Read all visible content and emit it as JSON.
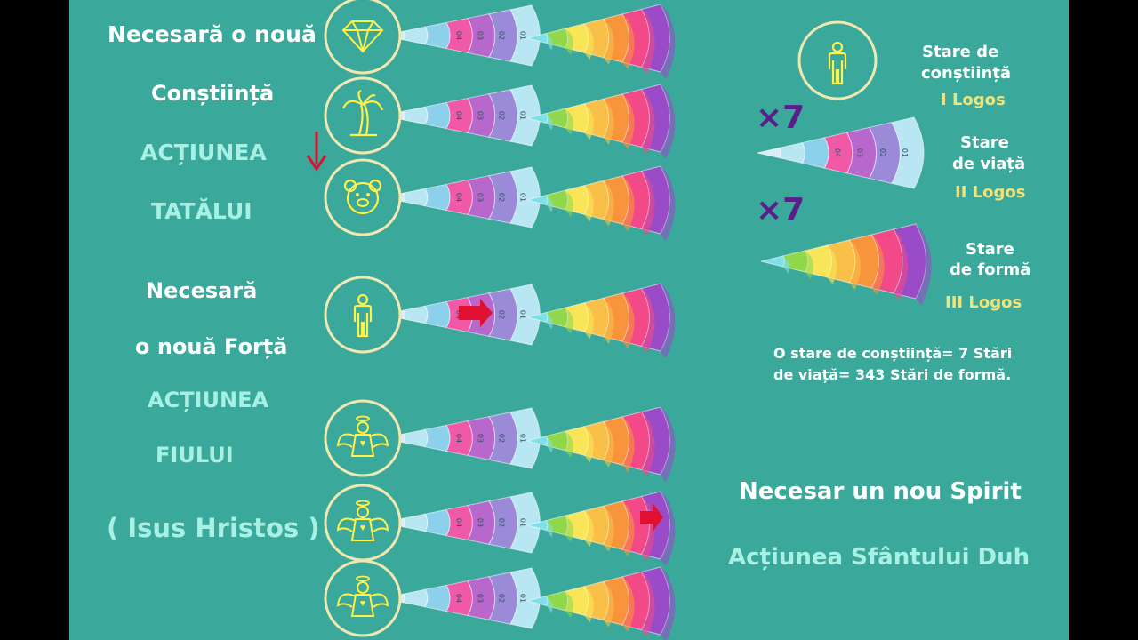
{
  "colors": {
    "background": "#3aa89a",
    "frame": "#000000",
    "white_text": "#ffffff",
    "cyan_text": "#a8f0e4",
    "yellow_text": "#f2e27a",
    "icon_circle_fill": "#f8e34a",
    "icon_circle_stroke": "#f0e8b0",
    "arrow_red": "#e01030",
    "multiplier": "#5a1e8a"
  },
  "left": {
    "father": {
      "line1": "Necesară o nouă",
      "line2": "Conștiință",
      "line3": "ACȚIUNEA",
      "line4": "TATĂLUI"
    },
    "son": {
      "line1": "Necesară",
      "line2": "o nouă Forță",
      "line3": "ACȚIUNEA",
      "line4": "FIULUI",
      "line5": "( Isus Hristos )"
    }
  },
  "cone_labels": [
    "01",
    "02",
    "03",
    "04"
  ],
  "rows": [
    {
      "icon": "diamond-icon"
    },
    {
      "icon": "palm-tree-icon"
    },
    {
      "icon": "bear-face-icon"
    },
    {
      "icon": "person-icon"
    },
    {
      "icon": "angel-icon"
    },
    {
      "icon": "angel-icon"
    },
    {
      "icon": "angel-icon"
    }
  ],
  "legend": {
    "consciousness_line1": "Stare de",
    "consciousness_line2": "conștiință",
    "consciousness_logos": "I Logos",
    "multiplier": "×7",
    "life_line1": "Stare",
    "life_line2": "de viață",
    "life_logos": "II Logos",
    "form_line1": "Stare",
    "form_line2": "de formă",
    "form_logos": "III Logos",
    "summary_line1": "O stare de conștiință= 7 Stări",
    "summary_line2": "de viață= 343 Stări de formă."
  },
  "spirit": {
    "line1": "Necesar un nou Spirit",
    "line2": "Acțiunea Sfântului Duh"
  }
}
